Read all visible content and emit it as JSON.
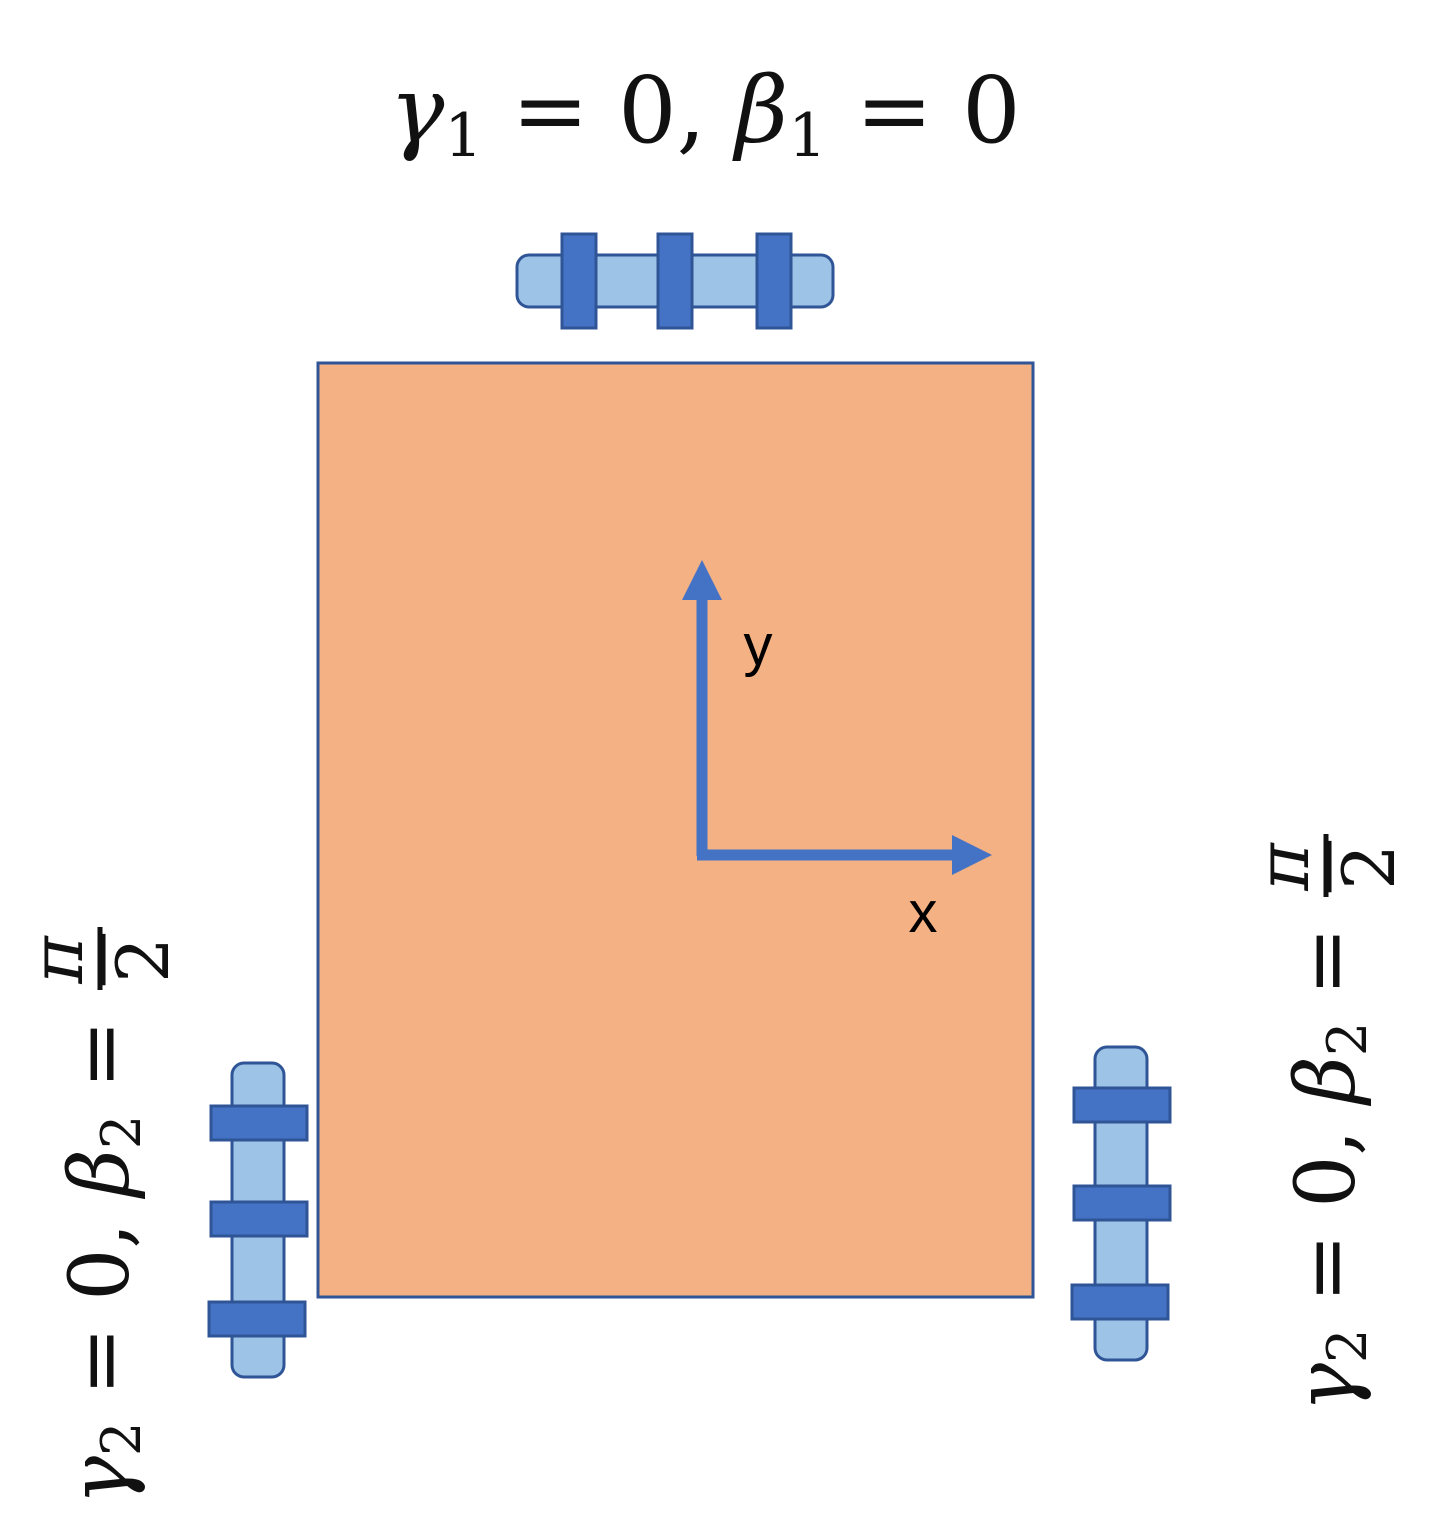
{
  "top_label": {
    "gamma": "γ",
    "gamma_sub": "1",
    "eq1": " = 0, ",
    "beta": "β",
    "beta_sub": "1",
    "eq2": " = 0"
  },
  "left_label": {
    "gamma": "γ",
    "gamma_sub": "2",
    "eq1": " = 0, ",
    "beta": "β",
    "beta_sub": "2",
    "eq2": " = −",
    "frac_num": "π",
    "frac_den": "2"
  },
  "right_label": {
    "gamma": "γ",
    "gamma_sub": "2",
    "eq1": " = 0, ",
    "beta": "β",
    "beta_sub": "2",
    "eq2": " = −",
    "frac_num": "π",
    "frac_den": "2"
  },
  "axes": {
    "x_label": "x",
    "y_label": "y"
  },
  "colors": {
    "body_fill": "#F4B183",
    "body_stroke": "#2F5597",
    "wheel_fill": "#9DC3E6",
    "roller_fill": "#4472C4",
    "arrow": "#4472C4"
  }
}
